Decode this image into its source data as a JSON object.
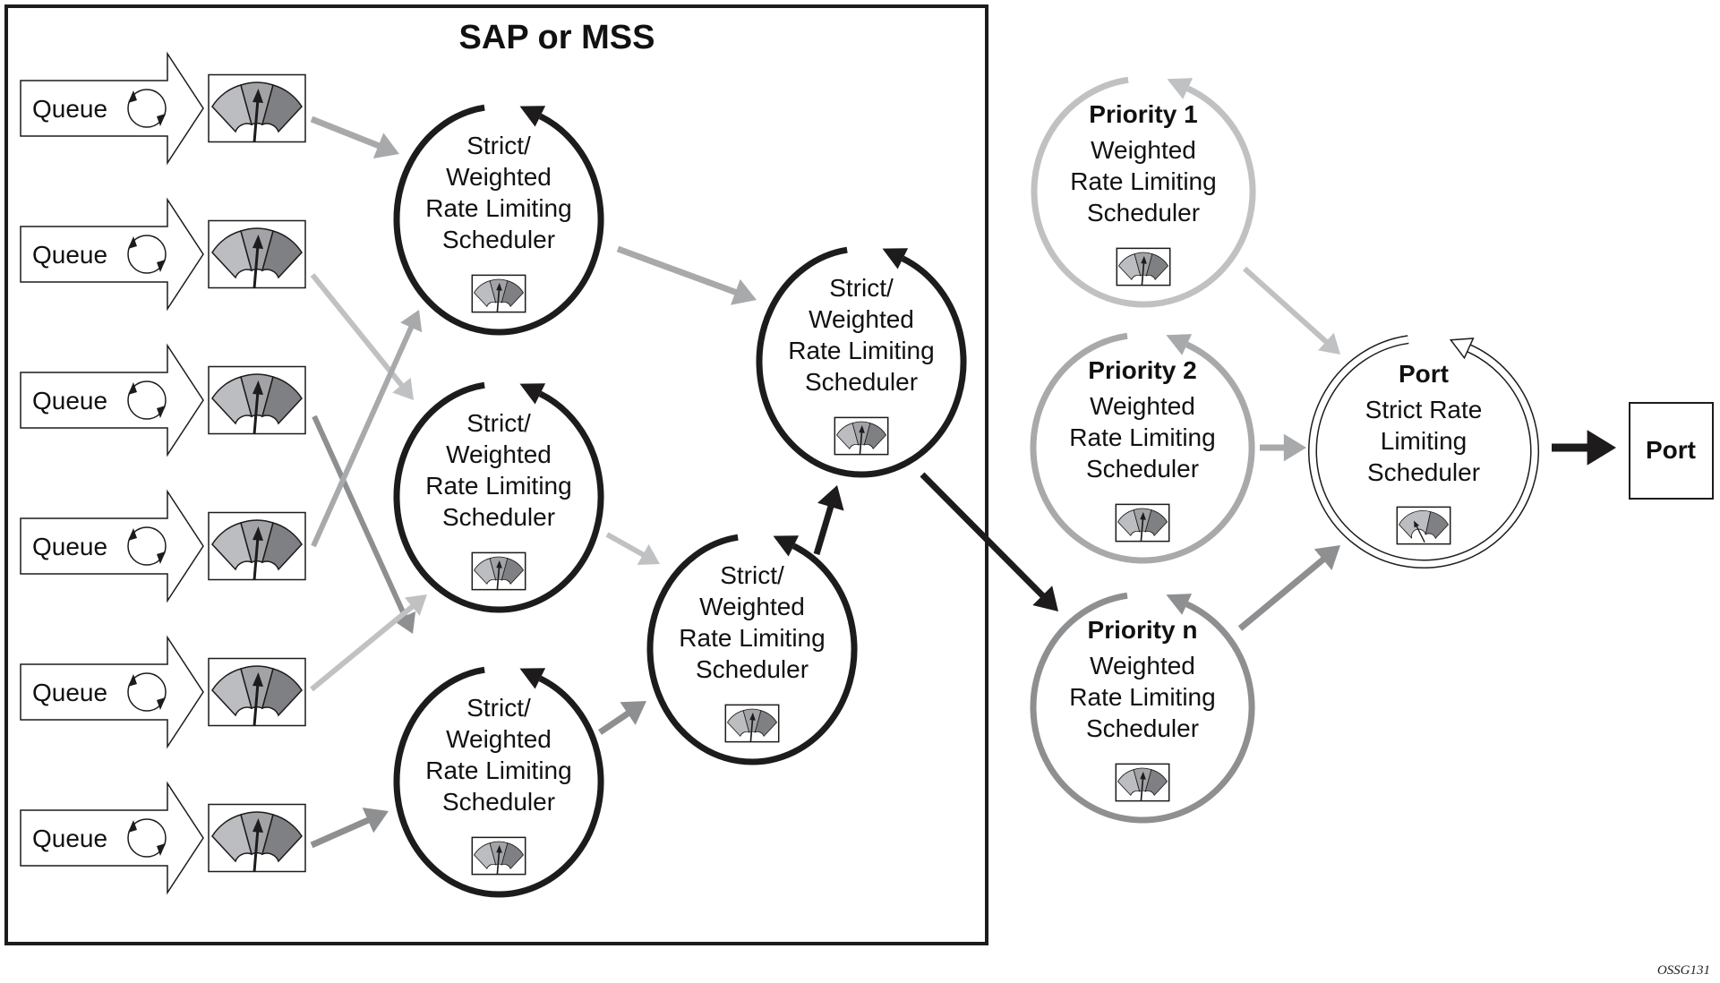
{
  "title": "SAP or MSS",
  "figure_id": "OSSG131",
  "colors": {
    "black": "#1d1b1c",
    "gray_light": "#c0c1c3",
    "gray_mid": "#a8a9ab",
    "gray_dark": "#8e8f91",
    "meter_light": "#bcbdc0",
    "meter_mid": "#a2a3a6",
    "meter_dark": "#7f8083"
  },
  "queues": [
    {
      "label": "Queue"
    },
    {
      "label": "Queue"
    },
    {
      "label": "Queue"
    },
    {
      "label": "Queue"
    },
    {
      "label": "Queue"
    },
    {
      "label": "Queue"
    }
  ],
  "sap_schedulers": [
    {
      "id": "A",
      "lines": [
        "Strict/",
        "Weighted",
        "Rate Limiting",
        "Scheduler"
      ]
    },
    {
      "id": "B",
      "lines": [
        "Strict/",
        "Weighted",
        "Rate Limiting",
        "Scheduler"
      ]
    },
    {
      "id": "C",
      "lines": [
        "Strict/",
        "Weighted",
        "Rate Limiting",
        "Scheduler"
      ]
    },
    {
      "id": "D",
      "lines": [
        "Strict/",
        "Weighted",
        "Rate Limiting",
        "Scheduler"
      ]
    },
    {
      "id": "E",
      "lines": [
        "Strict/",
        "Weighted",
        "Rate Limiting",
        "Scheduler"
      ]
    }
  ],
  "priority_schedulers": [
    {
      "id": "P1",
      "heading": "Priority 1",
      "lines": [
        "Weighted",
        "Rate Limiting",
        "Scheduler"
      ]
    },
    {
      "id": "P2",
      "heading": "Priority 2",
      "lines": [
        "Weighted",
        "Rate Limiting",
        "Scheduler"
      ]
    },
    {
      "id": "Pn",
      "heading": "Priority n",
      "lines": [
        "Weighted",
        "Rate Limiting",
        "Scheduler"
      ]
    }
  ],
  "port_scheduler": {
    "heading": "Port",
    "lines": [
      "Strict Rate",
      "Limiting",
      "Scheduler"
    ]
  },
  "port": {
    "label": "Port"
  },
  "connections": [
    {
      "from": "Queue 1",
      "to": "A"
    },
    {
      "from": "Queue 2",
      "to": "B"
    },
    {
      "from": "Queue 3",
      "to": "C"
    },
    {
      "from": "Queue 4",
      "to": "A"
    },
    {
      "from": "Queue 5",
      "to": "B"
    },
    {
      "from": "Queue 6",
      "to": "C"
    },
    {
      "from": "A",
      "to": "E"
    },
    {
      "from": "B",
      "to": "D"
    },
    {
      "from": "C",
      "to": "D"
    },
    {
      "from": "D",
      "to": "E"
    },
    {
      "from": "E",
      "to": "Pn"
    },
    {
      "from": "P1",
      "to": "Port Scheduler"
    },
    {
      "from": "P2",
      "to": "Port Scheduler"
    },
    {
      "from": "Pn",
      "to": "Port Scheduler"
    },
    {
      "from": "Port Scheduler",
      "to": "Port"
    }
  ]
}
